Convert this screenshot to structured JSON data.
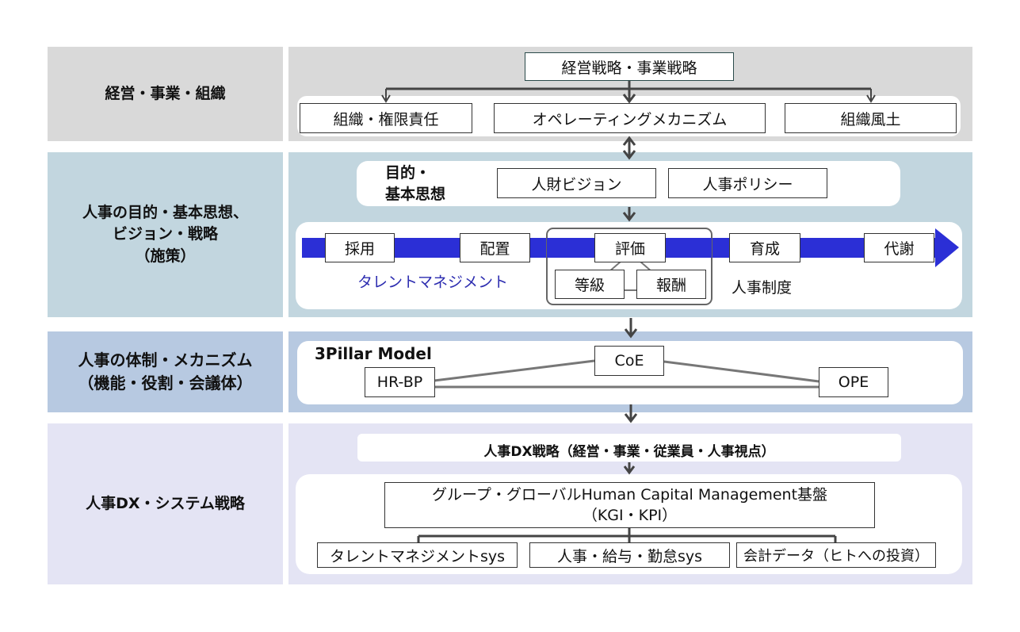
{
  "colors": {
    "band1": "#d9d9d9",
    "band2": "#c2d6df",
    "band3": "#b7c9e1",
    "band4": "#e4e4f4",
    "arrow_blue": "#2b2fd6",
    "talent_text": "#2d2db0"
  },
  "rows": [
    {
      "label": "経営・事業・組織"
    },
    {
      "label": "人事の目的・基本思想、\nビジョン・戦略\n（施策）"
    },
    {
      "label": "人事の体制・メカニズム\n（機能・役割・会議体）"
    },
    {
      "label": "人事DX・システム戦略"
    }
  ],
  "section1": {
    "top": "経営戦略・事業戦略",
    "items": [
      "組織・権限責任",
      "オペレーティングメカニズム",
      "組織風土"
    ]
  },
  "section2": {
    "purpose_label": "目的・\n基本思想",
    "vision": "人財ビジョン",
    "policy": "人事ポリシー",
    "flow": [
      "採用",
      "配置",
      "評価",
      "育成",
      "代謝"
    ],
    "talent_management": "タレントマネジメント",
    "grade": "等級",
    "reward": "報酬",
    "hr_system": "人事制度"
  },
  "section3": {
    "title": "3Pillar Model",
    "coe": "CoE",
    "hrbp": "HR-BP",
    "ope": "OPE"
  },
  "section4": {
    "strategy": "人事DX戦略（経営・事業・従業員・人事視点）",
    "platform_line1": "グループ・グローバルHuman Capital Management基盤",
    "platform_line2": "（KGI・KPI）",
    "systems": [
      "タレントマネジメントsys",
      "人事・給与・勤怠sys",
      "会計データ（ヒトへの投資）"
    ]
  }
}
